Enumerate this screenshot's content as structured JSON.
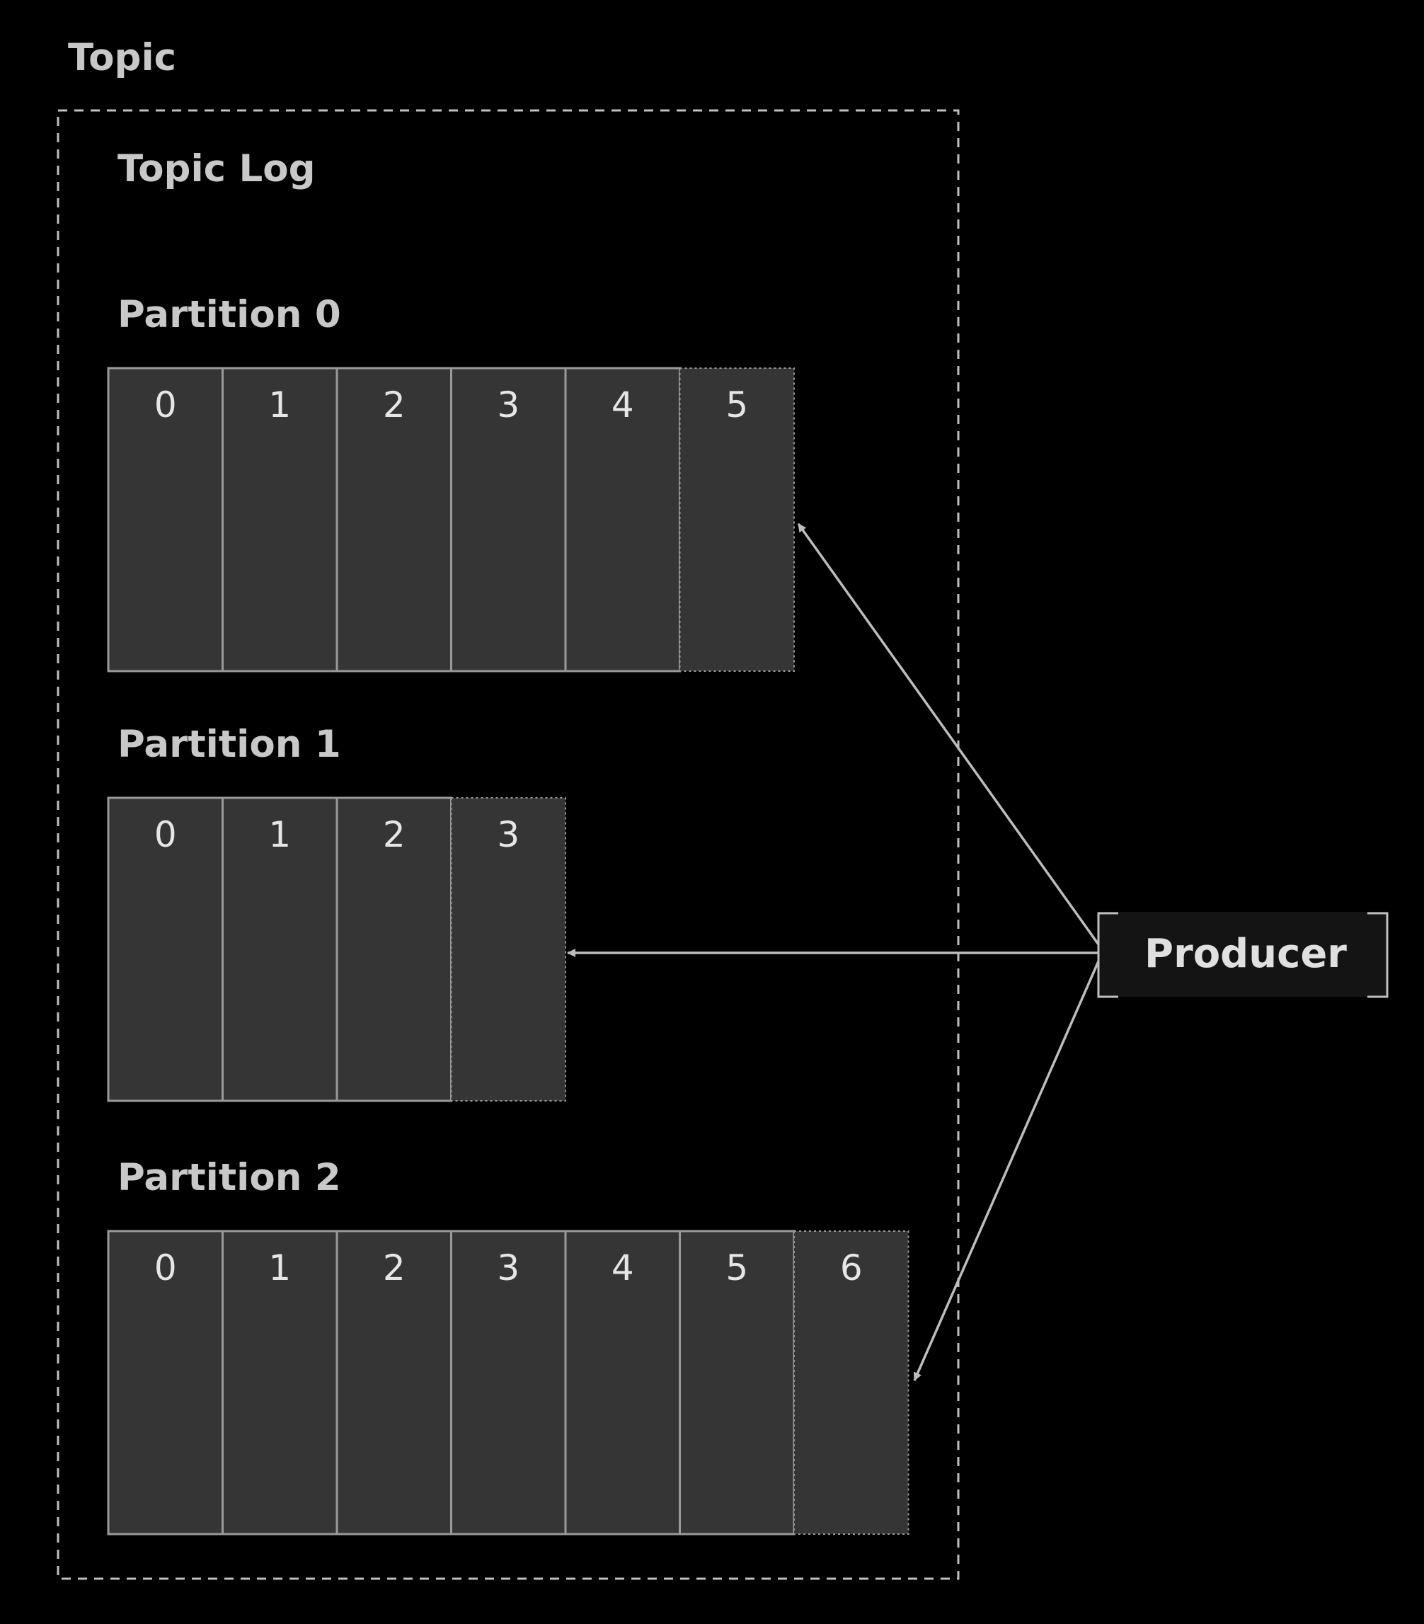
{
  "topic": {
    "label": "Topic",
    "log_label": "Topic Log"
  },
  "partitions": [
    {
      "label": "Partition 0",
      "offsets": [
        "0",
        "1",
        "2",
        "3",
        "4",
        "5"
      ]
    },
    {
      "label": "Partition 1",
      "offsets": [
        "0",
        "1",
        "2",
        "3"
      ]
    },
    {
      "label": "Partition 2",
      "offsets": [
        "0",
        "1",
        "2",
        "3",
        "4",
        "5",
        "6"
      ]
    }
  ],
  "producer": {
    "label": "Producer"
  },
  "colors": {
    "background": "#000000",
    "cell_fill": "#353535",
    "cell_border": "#9a9a9a",
    "label_text": "#c8c8c8",
    "cell_text": "#e6e6e6",
    "arrow": "#bdbdbd",
    "producer_fill": "#141414"
  }
}
